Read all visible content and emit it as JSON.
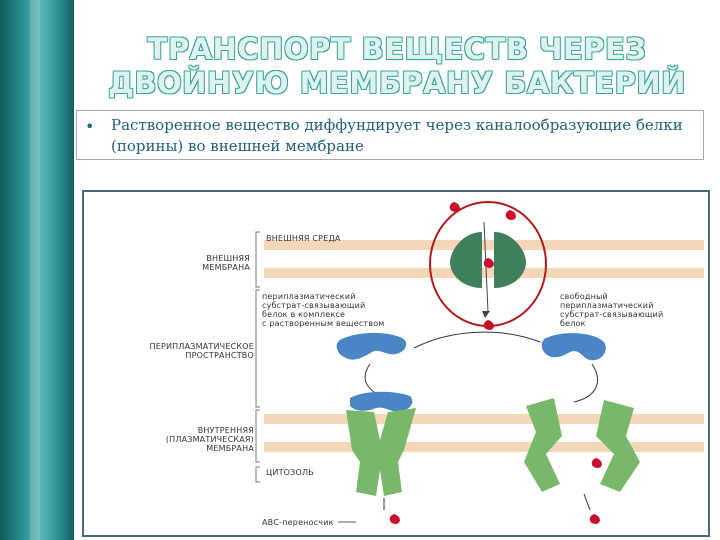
{
  "slide": {
    "title_line1": "ТРАНСПОРТ ВЕЩЕСТВ ЧЕРЕЗ",
    "title_line2": "ДВОЙНУЮ МЕМБРАНУ БАКТЕРИЙ",
    "bullet_symbol": "•",
    "bullet_text": "Растворенное вещество диффундирует через каналообразующие белки (порины) во внешней мембране"
  },
  "diagram": {
    "labels": {
      "outer_env": "ВНЕШНЯЯ СРЕДА",
      "outer_membrane_1": "ВНЕШНЯЯ",
      "outer_membrane_2": "МЕМБРАНА",
      "bound_protein_1": "периплазматический",
      "bound_protein_2": "субстрат-связывающий",
      "bound_protein_3": "белок в комплексе",
      "bound_protein_4": "с растворенным веществом",
      "free_protein_1": "свободный",
      "free_protein_2": "периплазматический",
      "free_protein_3": "субстрат-связывающий",
      "free_protein_4": "белок",
      "periplasm_1": "ПЕРИПЛАЗМАТИЧЕСКОЕ",
      "periplasm_2": "ПРОСТРАНСТВО",
      "inner_membrane_1": "ВНУТРЕННЯЯ",
      "inner_membrane_2": "(ПЛАЗМАТИЧЕСКАЯ)",
      "inner_membrane_3": "МЕМБРАНА",
      "cytosol": "ЦИТОЗОЛЬ",
      "abc": "АВС-переносчик"
    },
    "colors": {
      "membrane": "#f3d7b8",
      "porin": "#3f7f5a",
      "binding_protein": "#4a86c5",
      "abc_transporter": "#79b86a",
      "solute": "#c8102e",
      "highlight_circle": "#b31b1b"
    }
  }
}
